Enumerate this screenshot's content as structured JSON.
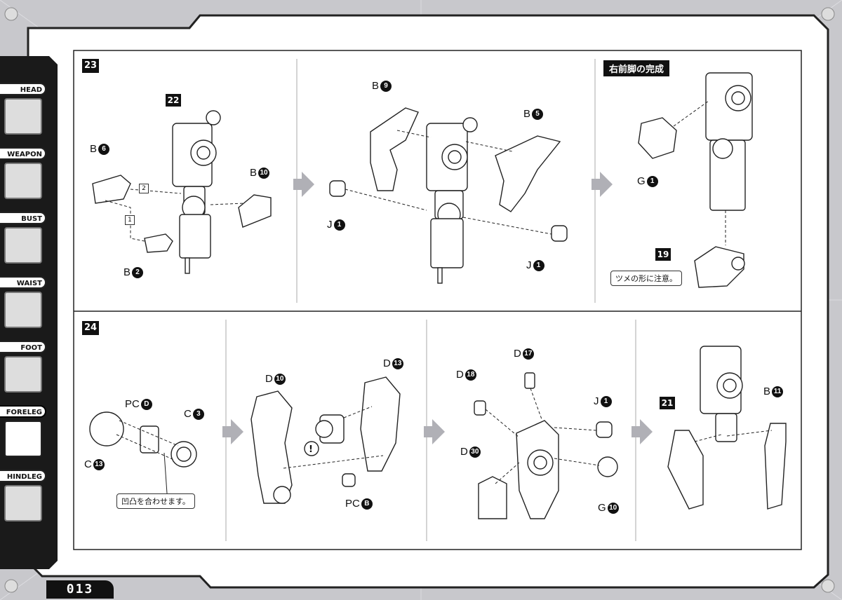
{
  "sidebar": {
    "tabs": [
      {
        "label": "HEAD",
        "active": false,
        "icon": "head-part-icon"
      },
      {
        "label": "WEAPON",
        "active": false,
        "icon": "weapon-part-icon"
      },
      {
        "label": "BUST",
        "active": false,
        "icon": "bust-part-icon"
      },
      {
        "label": "WAIST",
        "active": false,
        "icon": "waist-part-icon"
      },
      {
        "label": "FOOT",
        "active": false,
        "icon": "foot-part-icon"
      },
      {
        "label": "FORELEG",
        "active": true,
        "icon": "foreleg-part-icon"
      },
      {
        "label": "HINDLEG",
        "active": false,
        "icon": "hindleg-part-icon"
      }
    ]
  },
  "page_number": "013",
  "step23": {
    "number": "23",
    "panel1": {
      "ref": "22",
      "parts": [
        {
          "letter": "B",
          "num": "6"
        },
        {
          "letter": "B",
          "num": "10"
        },
        {
          "letter": "B",
          "num": "2"
        }
      ],
      "sequence": [
        "1",
        "2"
      ]
    },
    "panel2": {
      "parts": [
        {
          "letter": "B",
          "num": "9"
        },
        {
          "letter": "B",
          "num": "5"
        },
        {
          "letter": "J",
          "num": "1"
        },
        {
          "letter": "J",
          "num": "1"
        }
      ]
    },
    "panel3": {
      "title": "右前脚の完成",
      "parts": [
        {
          "letter": "G",
          "num": "1"
        }
      ],
      "ref": "19",
      "note": "ツメの形に注意。"
    }
  },
  "step24": {
    "number": "24",
    "panel1": {
      "parts": [
        {
          "letter": "PC",
          "num": "D"
        },
        {
          "letter": "C",
          "num": "3"
        },
        {
          "letter": "C",
          "num": "13"
        }
      ],
      "note": "凹凸を合わせます。"
    },
    "panel2": {
      "parts": [
        {
          "letter": "D",
          "num": "10"
        },
        {
          "letter": "D",
          "num": "13"
        },
        {
          "letter": "PC",
          "num": "B"
        }
      ],
      "warning": "!"
    },
    "panel3": {
      "parts": [
        {
          "letter": "D",
          "num": "17"
        },
        {
          "letter": "D",
          "num": "18"
        },
        {
          "letter": "J",
          "num": "1"
        },
        {
          "letter": "D",
          "num": "30"
        },
        {
          "letter": "G",
          "num": "10"
        }
      ]
    },
    "panel4": {
      "ref": "21",
      "parts": [
        {
          "letter": "B",
          "num": "11"
        }
      ]
    }
  },
  "colors": {
    "ink": "#111111",
    "paper": "#ffffff",
    "frame": "#cfcfd3",
    "arrow": "#b0b0b6"
  }
}
